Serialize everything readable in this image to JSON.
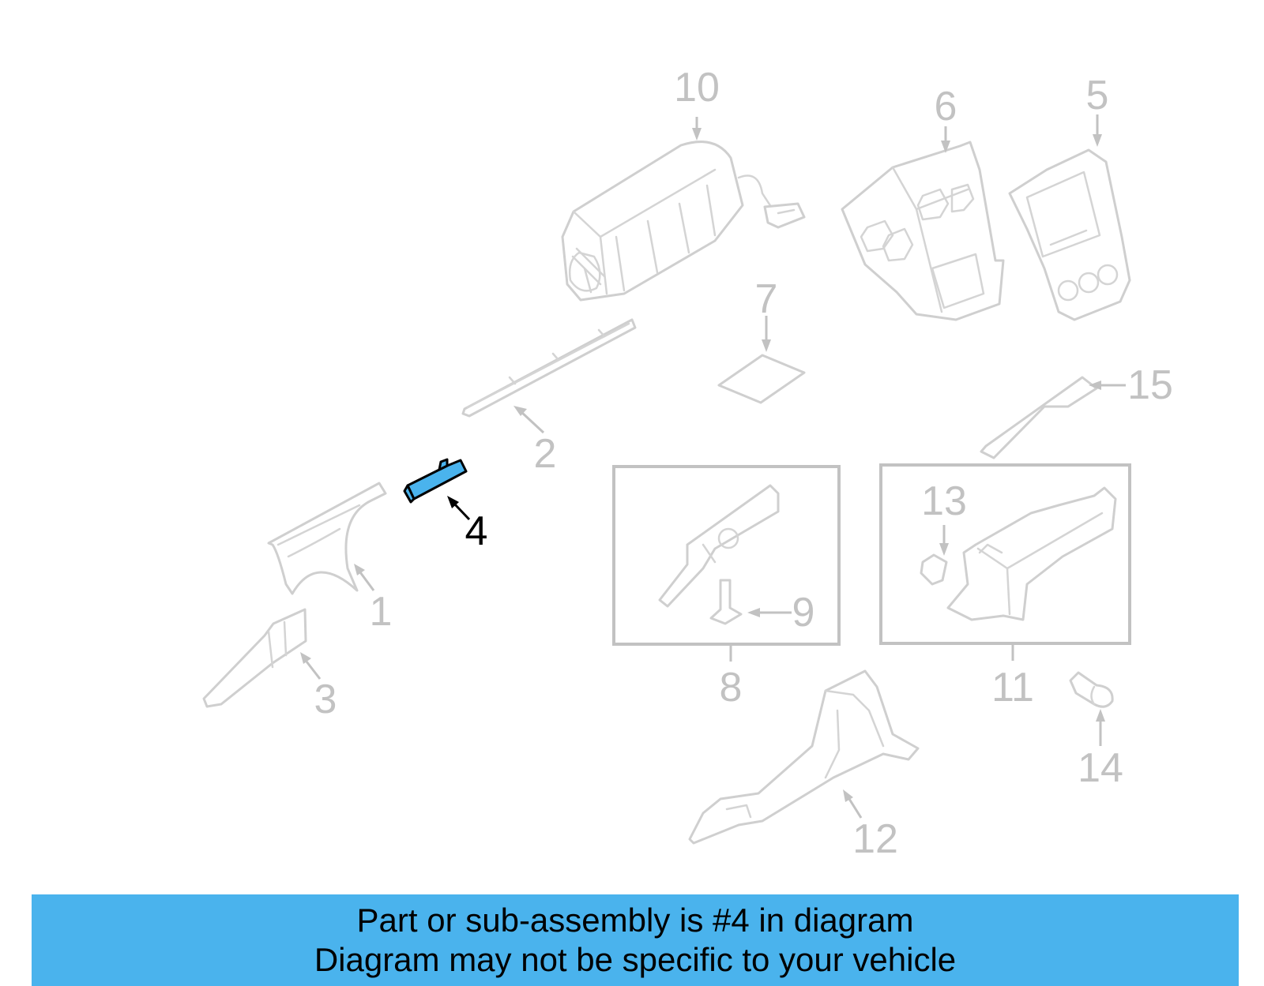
{
  "diagram": {
    "callouts": {
      "c1": "1",
      "c2": "2",
      "c3": "3",
      "c4": "4",
      "c5": "5",
      "c6": "6",
      "c7": "7",
      "c8": "8",
      "c9": "9",
      "c10": "10",
      "c11": "11",
      "c12": "12",
      "c13": "13",
      "c14": "14",
      "c15": "15"
    },
    "highlighted_part": "4",
    "colors": {
      "highlight": "#4ab3ed",
      "line_art": "#c2c2c2",
      "banner": "#4ab3ed"
    }
  },
  "banner": {
    "line1": "Part or sub-assembly is #4 in diagram",
    "line2": "Diagram may not be specific to your vehicle"
  }
}
